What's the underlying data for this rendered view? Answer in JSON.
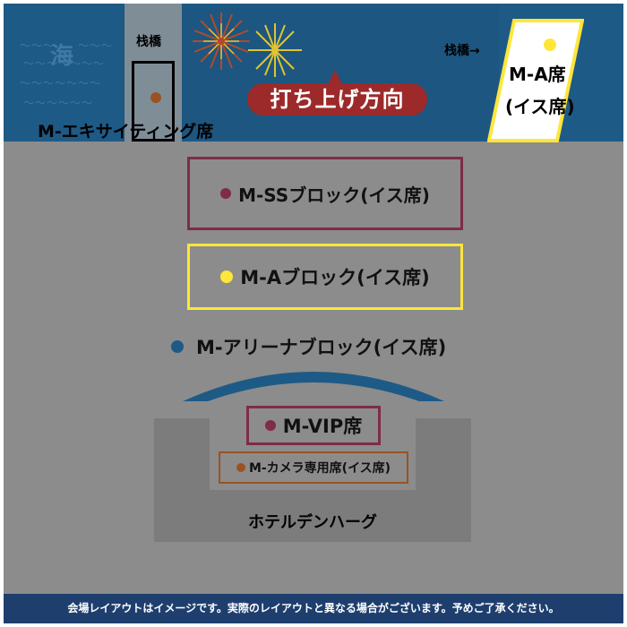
{
  "top": {
    "sea_label": "海",
    "pier_left_label": "栈橋",
    "pier_right_label": "栈橋→",
    "launch_direction_label": "打ち上げ方向",
    "exciting_seat_label": "M-エキサイティング席",
    "ma_seat_line1": "M-A席",
    "ma_seat_line2": "(イス席)"
  },
  "blocks": {
    "ss": "M-SSブロック(イス席)",
    "a": "M-Aブロック(イス席)",
    "arena": "M-アリーナブロック(イス席)",
    "vip": "M-VIP席",
    "camera": "M-カメラ専用席(イス席)",
    "hotel": "ホテルデンハーグ"
  },
  "footer": {
    "note": "会場レイアウトはイメージです。実際のレイアウトと異なる場合がございます。予めご了承ください。"
  },
  "colors": {
    "sea": "#1e5a86",
    "ground": "#8c8c8c",
    "hotel": "#7c7c7c",
    "ss_block": "#7e2c4a",
    "a_block": "#ffe63a",
    "arena_block": "#1e5a86",
    "vip_block": "#7e2c4a",
    "camera_block": "#9a5224",
    "launch_direction": "#9c2a2a",
    "footer": "#1e3f6e"
  },
  "icons": {
    "fireworks": "fireworks-icon",
    "launch_arrow": "arrow-up-icon"
  }
}
